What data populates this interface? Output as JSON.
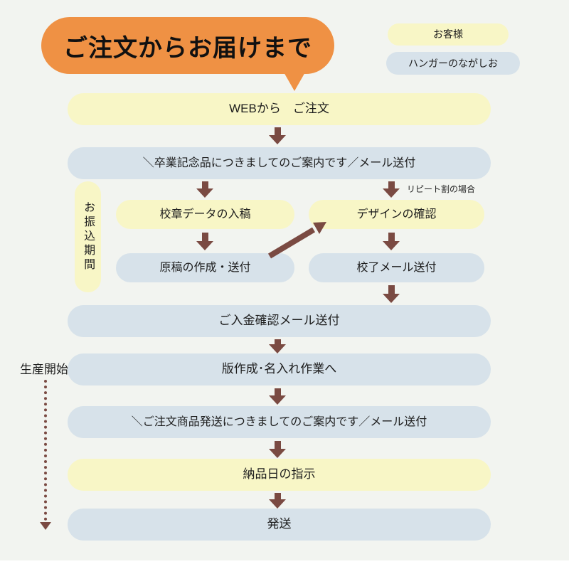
{
  "colors": {
    "background": "#f2f4f0",
    "bubble_orange": "#ef9144",
    "pill_yellow": "#f8f6c6",
    "pill_blue": "#d7e2ea",
    "arrow_brown": "#7a4a42",
    "text": "#1d1d1d"
  },
  "header": {
    "title": "ご注文からお届けまで"
  },
  "legend": {
    "customer_label": "お客様",
    "company_label": "ハンガーのながしお"
  },
  "annotations": {
    "payment_period": "お振込期間",
    "repeat_discount_note": "リピート割の場合",
    "production_start": "生産開始"
  },
  "steps": {
    "web_order": "WEBから　ご注文",
    "graduation_mail": "＼卒業記念品につきましてのご案内です／メール送付",
    "emblem_submission": "校章データの入稿",
    "design_confirmation": "デザインの確認",
    "draft_creation": "原稿の作成・送付",
    "proof_mail": "校了メール送付",
    "payment_confirmation_mail": "ご入金確認メール送付",
    "plate_work": "版作成･名入れ作業へ",
    "shipping_mail": "＼ご注文商品発送につきましてのご案内です／メール送付",
    "delivery_date": "納品日の指示",
    "shipping": "発送"
  }
}
